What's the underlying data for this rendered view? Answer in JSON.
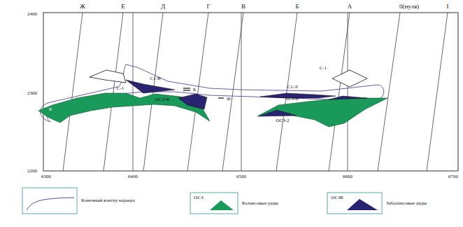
{
  "diagram": {
    "labels": [
      "Ж",
      "Е",
      "Д",
      "Г",
      "В",
      "Б",
      "А",
      "0(нуля)",
      "I",
      "2400",
      "2300",
      "2200",
      "6300",
      "6400",
      "6500",
      "6600",
      "6700",
      "С-1",
      "С1-В",
      "ОСЗ-В",
      "Б",
      "Ф",
      "С-1",
      "С1-Л",
      "О.З-В",
      "ОСЗ-2",
      "Б",
      "ОСЗ",
      "ОСЗБ"
    ],
    "legend": [
      {
        "text": "Конечный контур карьера"
      },
      {
        "text": "Балансовые руды",
        "color": "#1a9a5a"
      },
      {
        "text": "Забалансовые руды",
        "color": "#2a2370"
      }
    ]
  }
}
